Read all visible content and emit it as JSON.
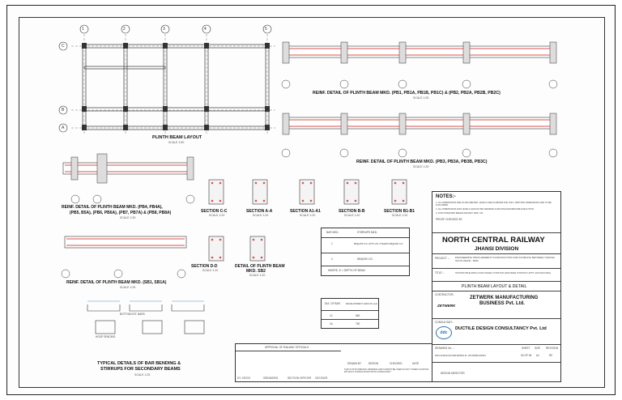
{
  "grid": {
    "cols": [
      "1",
      "2",
      "3",
      "4",
      "5"
    ],
    "rows": [
      "A",
      "B",
      "C"
    ]
  },
  "layout_title": "PLINTH BEAM LAYOUT",
  "layout_scale": "SCALE 1:50",
  "detail1_title": "REINF. DETAIL OF PLINTH BEAM MKD. (PB1, PB1A, PB1B, PB1C) & (PB2, PB2A, PB2B, PB2C)",
  "detail1_scale": "SCALE 1:25",
  "detail2_title": "REINF. DETAIL OF PLINTH BEAM MKD. (PB3, PB3A, PB3B, PB3C)",
  "detail2_scale": "SCALE 1:25",
  "detail3_title_1": "REINF. DETAIL OF PLINTH BEAM MKD. (PB4, PB4A),",
  "detail3_title_2": "(PB5, B5A), (PB6, PB6A), (PB7, PB7A) & (PB8, PB8A)",
  "detail3_scale": "SCALE 1:25",
  "detail4_title": "REINF. DETAIL OF PLINTH BEAM MKD. (SB1, SB1A)",
  "detail4_scale": "SCALE 1:25",
  "sections": [
    {
      "title": "SECTION C-C",
      "scale": "SCALE 1:20"
    },
    {
      "title": "SECTION A-A",
      "scale": "SCALE 1:20"
    },
    {
      "title": "SECTION A1-A1",
      "scale": "SCALE 1:20"
    },
    {
      "title": "SECTION B-B",
      "scale": "SCALE 1:20"
    },
    {
      "title": "SECTION B1-B1",
      "scale": "SCALE 1:20"
    },
    {
      "title": "SECTION D-D",
      "scale": "SCALE 1:20"
    }
  ],
  "sb2_title_1": "DETAIL OF PLINTH BEAM",
  "sb2_title_2": "MKD. SB2",
  "sb2_scale": "SCALE 1:20",
  "stirrup_table": {
    "headers": [
      "BAR MKD.",
      "STIRRUPS MKD."
    ],
    "rows": [
      [
        "1",
        "8Φ@150 C/C UPTO 2D, OTHERS 8Φ@300 C/C"
      ],
      [
        "2",
        "8Φ@150 C/C"
      ]
    ],
    "note": "WHERE, D = DEPTH OF BEAM"
  },
  "dev_table": {
    "headers": [
      "DIA. OF BAR",
      "DEVELOPMENT LENGTH (Ld)"
    ],
    "rows": [
      [
        "12",
        "550"
      ],
      [
        "16",
        "750"
      ]
    ]
  },
  "bending_title_1": "TYPICAL DETAILS OF BAR BENDING &",
  "bending_title_2": "STIRRUPS FOR SECONDARY BEAMS",
  "bending_scale": "SCALE 1:25",
  "bending_labels": [
    "BOTTOM EXT. BARS",
    "HOOP SPACING"
  ],
  "notes_heading": "NOTES:-",
  "notes": [
    "1. ALL DIMENSIONS ARE IN MILLIMETER. LEVELS ARE IN METER AND ONLY WRITTEN DIMENSIONS ARE TO BE FOLLOWED.",
    "2. ALL DIMENSIONS AND LEVELS SHOULD BE VERIFIED & RECONCILED BEFORE EXECUTION.",
    "3. FOR STANDARD REFER RAILWAY DRG. NO."
  ],
  "proof_checked": "PROOF CHECKED BY",
  "railway": "NORTH CENTRAL RAILWAY",
  "division": "JHANSI DIVISION",
  "project_label": "PROJECT :-",
  "project_text": "ENGINEERING PROCUREMENT CONSTRUCTION FOR DOUBLING BETWEEN YAMUNA SOUTH BANK - BZM",
  "title_label": "TITLE :-",
  "title_text": "STATION BUILDING FOR DOHRU STATION (WAYSIDE STATION UPTO 100 ROUTES)",
  "drawing_title": "PLINTH BEAM LAYOUT & DETAIL",
  "contractor_label": "CONTRACTOR:-",
  "contractor_name_1": "ZETWERK MANUFACTURING",
  "contractor_name_2": "BUSINESS Pvt. Ltd.",
  "contractor_logo": "ZETWERK",
  "consultant_label": "CONSULTANT:-",
  "consultant_name": "DUCTILE DESIGN CONSULTANCY Pvt. Ltd",
  "consultant_logo": "ddc",
  "drawing_no_label": "DRAWING No. :-",
  "drawing_no": "DDC/342/NCR/JSB-BZM/S.B.-3/STR/BG/06/04",
  "sheet_label": "SHEET",
  "size_label": "SIZE",
  "revision_label": "REVISION",
  "sheet_value": "04 OF 06",
  "size_value": "A1",
  "revision_value": "R0",
  "sign_headers": [
    "DRAWN BY",
    "DESIGN",
    "CHECKED",
    "DATE"
  ],
  "approval_heading": "APPROVAL OF RAILWAY OFFICIALS",
  "officials": [
    "DY. CE/GS",
    "SSE/W/DRG",
    "SECTION OFFICER",
    "CE/C/NCR"
  ],
  "bottom_note": "THIS IS SITE SPECIFIC DRAWING AND CANNOT BE USED AT ANY OTHER LOCATION WITHOUT CONSULTATION WITH CONSULTANT",
  "signatory": "DESIGN DIRECTOR",
  "colors": {
    "beam": "#d9534f",
    "line": "#333333",
    "dim": "#2a6fb0"
  }
}
